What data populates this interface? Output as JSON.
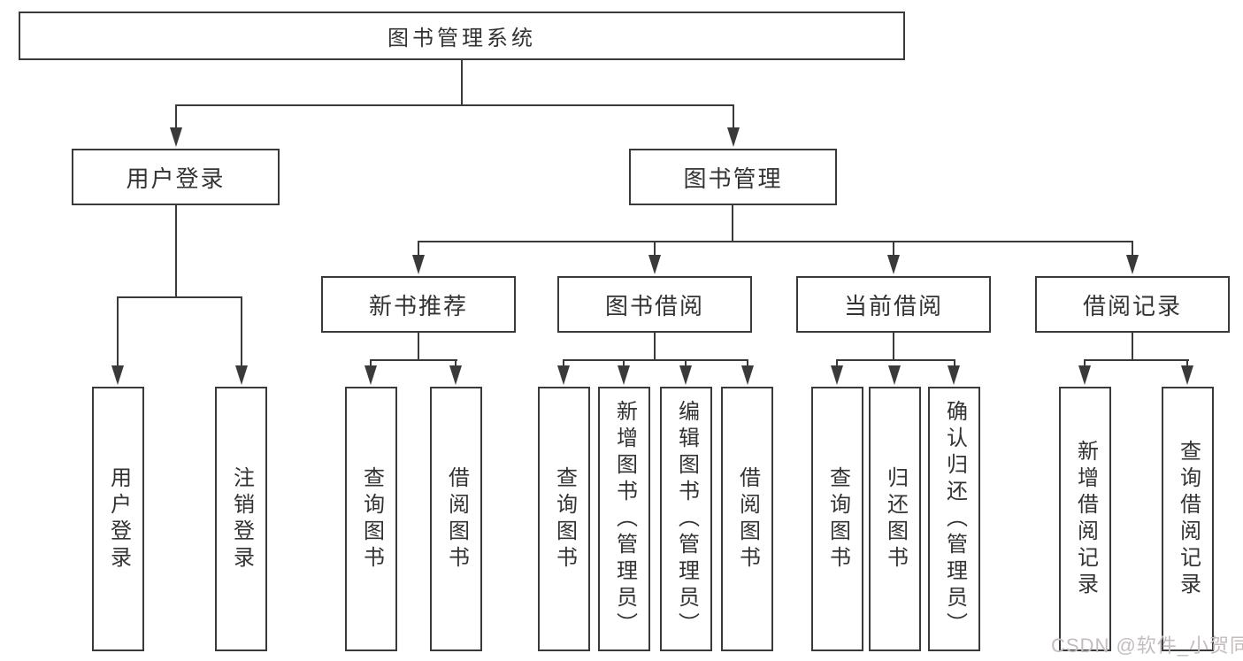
{
  "diagram": {
    "title": "图书管理系统",
    "nodes": {
      "root": "图书管理系统",
      "level2": [
        "用户登录",
        "图书管理"
      ],
      "level3": [
        "新书推荐",
        "图书借阅",
        "当前借阅",
        "借阅记录"
      ],
      "leaves": [
        "用户登录",
        "注销登录",
        "查询图书",
        "借阅图书",
        "查询图书",
        "新增图书（管理员）",
        "编辑图书（管理员）",
        "借阅图书",
        "查询图书",
        "归还图书",
        "确认归还（管理员）",
        "新增借阅记录",
        "查询借阅记录"
      ]
    },
    "colors": {
      "border": "#3a3a3a",
      "line": "#3a3a3a",
      "text": "#333333",
      "background": "#ffffff"
    }
  },
  "watermark": {
    "text": "CSDN @软件_小贺同学",
    "color": "#c5bdbd"
  }
}
